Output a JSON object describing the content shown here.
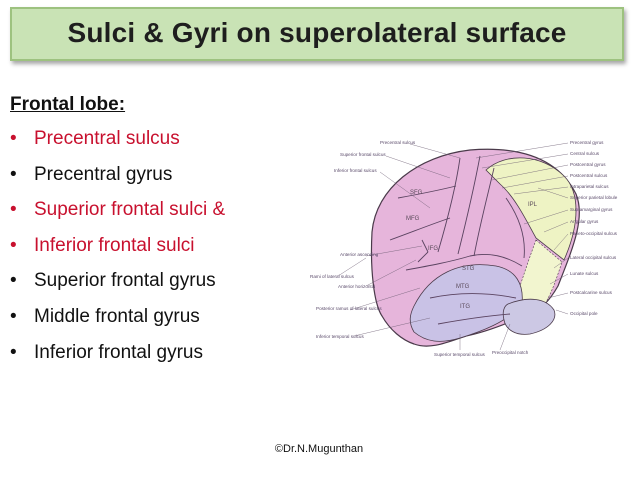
{
  "title": "Sulci & Gyri  on superolateral surface",
  "section_heading": "Frontal lobe:",
  "bullets": [
    {
      "text": "Precentral sulcus",
      "color": "#c8102e"
    },
    {
      "text": "Precentral gyrus",
      "color": "#111111"
    },
    {
      "text": "Superior frontal sulci &",
      "color": "#c8102e"
    },
    {
      "text": "Inferior frontal sulci",
      "color": "#c8102e"
    },
    {
      "text": "Superior frontal gyrus",
      "color": "#111111"
    },
    {
      "text": "Middle frontal gyrus",
      "color": "#111111"
    },
    {
      "text": "Inferior frontal gyrus",
      "color": "#111111"
    }
  ],
  "figure": {
    "left_labels": [
      "Precentral sulcus",
      "Superior frontal sulcus",
      "Inferior frontal sulcus",
      "Rami of lateral sulcus",
      "Anterior ascending",
      "Anterior horizontal",
      "Posterior ramus of lateral sulcus",
      "Inferior temporal sulcus"
    ],
    "right_labels": [
      "Precentral gyrus",
      "Central sulcus",
      "Postcentral gyrus",
      "Postcentral sulcus",
      "Intraparietal sulcus",
      "Superior parietal lobule",
      "Supramarginal gyrus",
      "Angular gyrus",
      "Parieto-occipital sulcus",
      "Lateral occipital sulcus",
      "Lunate sulcus",
      "Postcalcarine sulcus",
      "Occipital pole"
    ],
    "bottom_labels": [
      "Superior temporal sulcus",
      "Preoccipital notch"
    ],
    "inner_labels": [
      "SFG",
      "MFG",
      "IFG",
      "STG",
      "MTG",
      "ITG",
      "IPL"
    ]
  },
  "copyright": "©Dr.N.Mugunthan"
}
